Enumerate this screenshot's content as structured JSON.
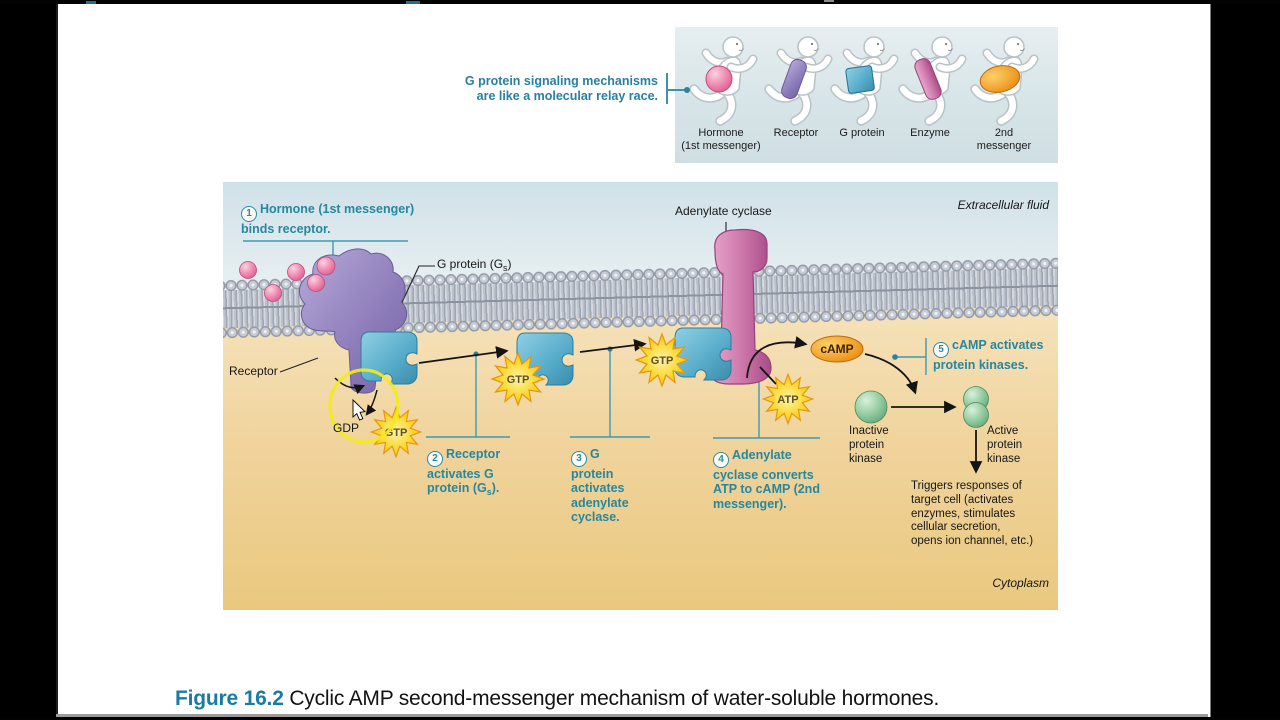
{
  "caption": {
    "figure_label": "Figure 16.2",
    "text": "Cyclic AMP second-messenger mechanism of water-soluble hormones."
  },
  "inset": {
    "note": "G protein signaling mechanisms\nare like a molecular relay race.",
    "runners": [
      {
        "label": "Hormone\n(1st messenger)"
      },
      {
        "label": "Receptor"
      },
      {
        "label": "G protein"
      },
      {
        "label": "Enzyme"
      },
      {
        "label": "2nd\nmessenger"
      }
    ]
  },
  "diagram": {
    "extracellular_label": "Extracellular fluid",
    "cytoplasm_label": "Cytoplasm",
    "adenylate_cyclase_label": "Adenylate cyclase",
    "g_protein_label": {
      "pre": "G protein (G",
      "sub": "s",
      "post": ")"
    },
    "receptor_label": "Receptor",
    "gdp_label": "GDP",
    "gtp_label": "GTP",
    "atp_label": "ATP",
    "camp_label": "cAMP",
    "steps": [
      {
        "num": "1",
        "text": "Hormone (1st messenger) binds receptor."
      },
      {
        "num": "2",
        "pre": "Receptor activates G protein (G",
        "sub": "s",
        "post": ")."
      },
      {
        "num": "3",
        "text": "G protein activates adenylate cyclase."
      },
      {
        "num": "4",
        "text": "Adenylate cyclase converts ATP to cAMP (2nd messenger)."
      },
      {
        "num": "5",
        "text": "cAMP activates protein kinases."
      }
    ],
    "inactive_kinase_label": "Inactive\nprotein\nkinase",
    "active_kinase_label": "Active\nprotein\nkinase",
    "response_text": "Triggers responses of\ntarget cell (activates\nenzymes, stimulates\ncellular secretion,\nopens ion channel, etc.)",
    "colors": {
      "teal_text": "#2a8aa5",
      "hormone_pink": "#ec6f9f",
      "receptor_purple": "#9a8ac0",
      "g_protein_blue": "#5fb4d2",
      "cyclase_pink": "#cc76aa",
      "starburst_yellow": "#f8d41f",
      "camp_orange": "#e8920e",
      "kinase_green": "#7cbd8c"
    }
  }
}
